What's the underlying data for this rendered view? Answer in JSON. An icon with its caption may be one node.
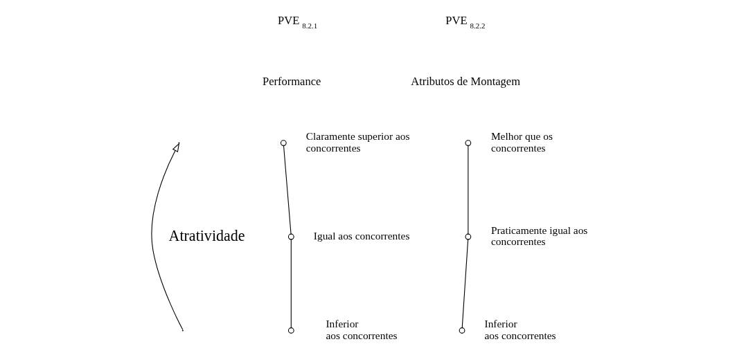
{
  "diagram": {
    "nodes": [
      {
        "text": [],
        "shape": "circle",
        "beside": [
          "Claramente superior aos concorrentes"
        ]
      },
      {
        "text": [],
        "shape": "circle",
        "beside": [
          "Igual aos concorrentes"
        ]
      },
      {
        "text": [],
        "shape": "circle",
        "beside": [
          "Inferior aos concorrentes"
        ]
      },
      {
        "text": [],
        "shape": "circle",
        "beside": [
          "Melhor que os concorrentes"
        ]
      },
      {
        "text": [],
        "shape": "circle",
        "beside": [
          "Praticamente igual aos concorrentes"
        ]
      },
      {
        "text": [],
        "shape": "circle",
        "beside": [
          "Inferior aos concorrentes"
        ]
      }
    ],
    "edges": [
      {
        "from": 0,
        "to": 1,
        "arrow": "none"
      },
      {
        "from": 1,
        "to": 2,
        "arrow": "none"
      },
      {
        "from": 3,
        "to": 4,
        "arrow": "none"
      },
      {
        "from": 4,
        "to": 5,
        "arrow": "none"
      }
    ],
    "labels": [
      "PVE $_{8.2.1}$",
      "Performance",
      "PVE $_{8.2.2}$",
      "Atributos de Montagem",
      "Atratividade"
    ]
  }
}
